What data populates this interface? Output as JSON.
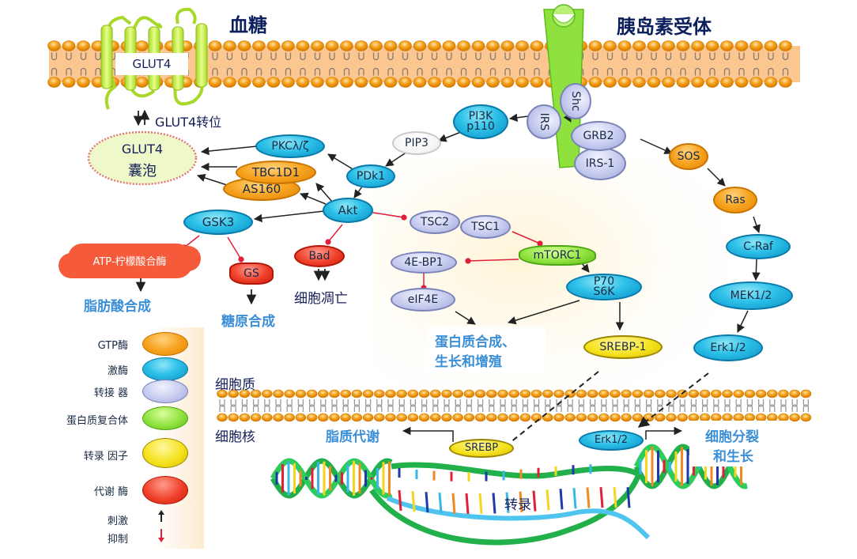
{
  "titles": {
    "blood_glucose": "血糖",
    "insulin_receptor": "胰岛素受体"
  },
  "glut4": {
    "membrane_label": "GLUT4",
    "translocation": "GLUT4转位",
    "vesicle_line1": "GLUT4",
    "vesicle_line2": "囊泡"
  },
  "nodes": {
    "shc": "Shc",
    "irs": "IRS",
    "grb2": "GRB2",
    "irs1": "IRS-1",
    "pi3k_line1": "PI3K",
    "pi3k_line2": "p110",
    "pip3": "PIP3",
    "pdk1": "PDk1",
    "pkc": "PKCλ/ζ",
    "tbc1d1": "TBC1D1",
    "as160": "AS160",
    "akt": "Akt",
    "gsk3": "GSK3",
    "atp_citrate_lyase": "ATP-柠檬酸合酶",
    "gs": "GS",
    "bad": "Bad",
    "tsc2": "TSC2",
    "tsc1": "TSC1",
    "mtorc1": "mTORC1",
    "four_ebp1": "4E-BP1",
    "eif4e": "eIF4E",
    "p70_line1": "P70",
    "p70_line2": "S6K",
    "srebp1": "SREBP-1",
    "sos": "SOS",
    "ras": "Ras",
    "craf": "C-Raf",
    "mek": "MEK1/2",
    "erk": "Erk1/2",
    "srebp_nuc": "SREBP",
    "erk_nuc": "Erk1/2"
  },
  "outcomes": {
    "fatty_acid": "脂肪酸合成",
    "glycogen": "糖原合成",
    "apoptosis": "细胞凋亡",
    "protein_line1": "蛋白质合成、",
    "protein_line2": "生长和增殖",
    "lipid": "脂质代谢",
    "division_line1": "细胞分裂",
    "division_line2": "和生长",
    "transcription": "转录"
  },
  "compartments": {
    "cytoplasm": "细胞质",
    "nucleus": "细胞核"
  },
  "legend": [
    {
      "label": "GTP酶",
      "type": "gtp",
      "color": "#f7a320"
    },
    {
      "label": "激酶",
      "type": "kinase",
      "color": "#2cc0e8"
    },
    {
      "label": "转接 器",
      "type": "adaptor",
      "color": "#c6cbef"
    },
    {
      "label": "蛋白质复合体",
      "type": "complex",
      "color": "#8fe23e"
    },
    {
      "label": "转录 因子",
      "type": "tf",
      "color": "#f5e21e"
    },
    {
      "label": "代谢 酶",
      "type": "metab",
      "color": "#f0402a"
    },
    {
      "label": "刺激",
      "type": "stimulate",
      "color": "#222222"
    },
    {
      "label": "抑制",
      "type": "inhibit",
      "color": "#e0203a"
    }
  ],
  "colors": {
    "membrane_head": "#f39a12",
    "membrane_fill": "#fbc690",
    "stimulate_arrow": "#222222",
    "inhibit_arrow": "#e0203a",
    "title_color": "#0b1f5c",
    "outcome_color": "#3b8fd6"
  }
}
